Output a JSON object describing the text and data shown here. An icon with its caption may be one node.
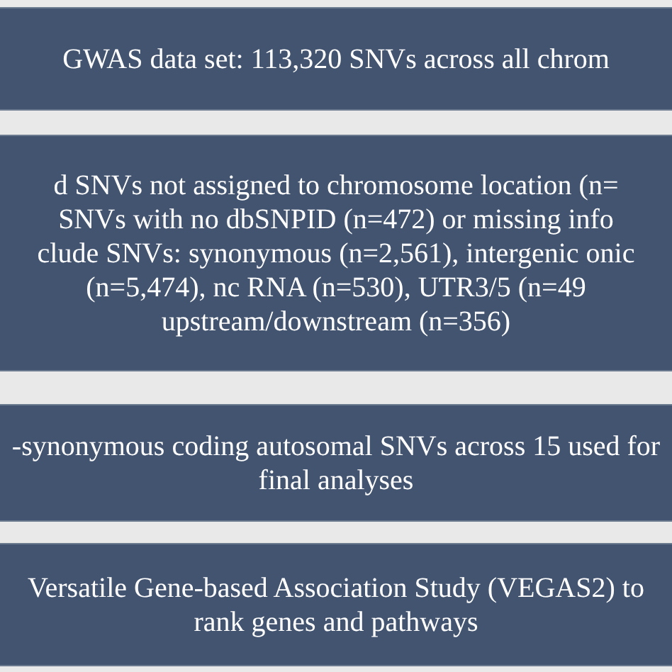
{
  "diagram": {
    "nodes": [
      {
        "text": [
          "GWAS data set: 113,320 SNVs across all chrom"
        ]
      },
      {
        "text": [
          "d SNVs not assigned to chromosome location (n= SNVs with no dbSNPID (n=472) or missing info clude SNVs: synonymous (n=2,561), intergenic onic (n=5,474), nc RNA (n=530), UTR3/5 (n=49 upstream/downstream (n=356)"
        ]
      },
      {
        "text": [
          "-synonymous coding autosomal SNVs across 15 used for final analyses"
        ]
      },
      {
        "text": [
          "Versatile Gene-based Association Study (VEGAS2) to rank genes and pathways"
        ]
      }
    ]
  }
}
